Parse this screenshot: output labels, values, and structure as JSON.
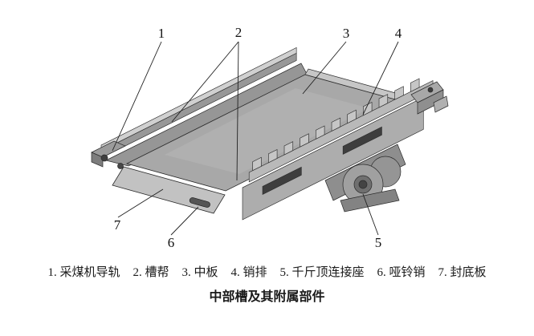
{
  "figure": {
    "caption": "中部槽及其附属部件",
    "legend": [
      "1. 采煤机导轨",
      "2. 槽帮",
      "3. 中板",
      "4. 销排",
      "5. 千斤顶连接座",
      "6. 哑铃销",
      "7. 封底板"
    ],
    "callouts": [
      "1",
      "2",
      "3",
      "4",
      "5",
      "6",
      "7"
    ],
    "parts": {
      "1": "采煤机导轨",
      "2": "槽帮",
      "3": "中板",
      "4": "销排",
      "5": "千斤顶连接座",
      "6": "哑铃销",
      "7": "封底板"
    }
  },
  "colors": {
    "background": "#ffffff",
    "line": "#2a2a2a",
    "text": "#1a1a1a",
    "plate_gray": "#a8a8a8",
    "light_gray": "#d0d0d0",
    "dark_gray": "#555555"
  }
}
